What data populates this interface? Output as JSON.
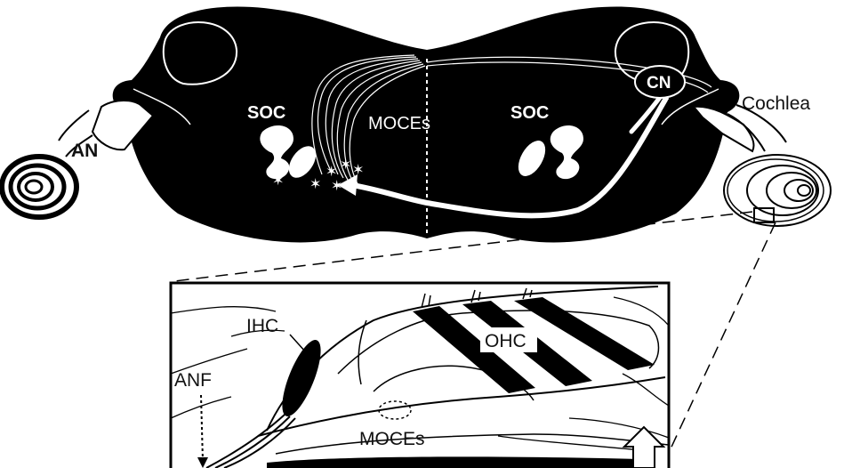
{
  "labels": {
    "soc_left": "SOC",
    "soc_right": "SOC",
    "moces_top": "MOCEs",
    "an": "AN",
    "cn": "CN",
    "cochlea": "Cochlea",
    "ihc": "IHC",
    "ohc": "OHC",
    "anf": "ANF",
    "moces_bottom": "MOCEs"
  },
  "colors": {
    "brainstem": "#000000",
    "background": "#ffffff",
    "line": "#000000"
  }
}
